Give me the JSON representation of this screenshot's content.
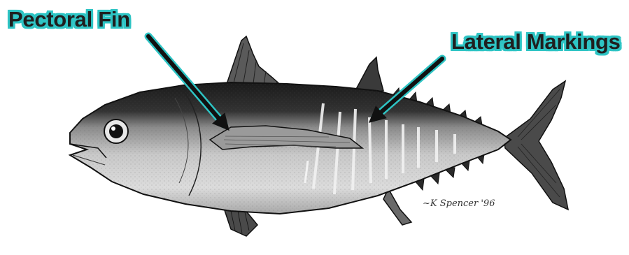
{
  "labels": {
    "pectoral_fin": "Pectoral Fin",
    "lateral_markings": "Lateral Markings"
  },
  "signature": "~K Spencer '96",
  "colors": {
    "label_glow": "#2ec4c4",
    "arrow": "#111111",
    "arrow_outline": "#2ec4c4",
    "background": "#ffffff"
  }
}
